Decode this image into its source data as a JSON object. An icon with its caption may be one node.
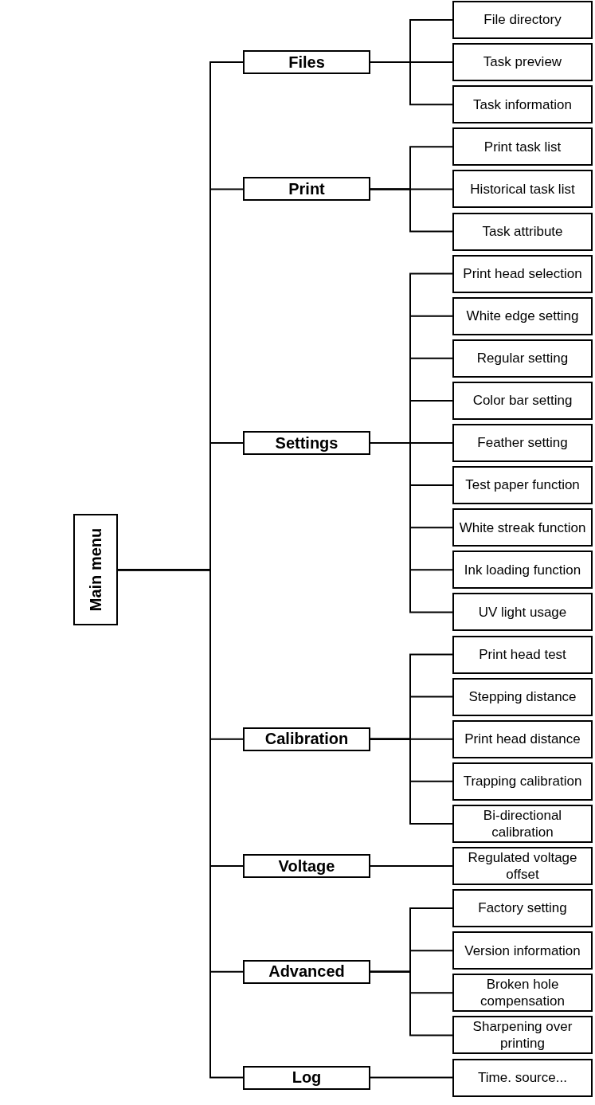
{
  "diagram": {
    "nodes": [
      {
        "text": [
          "Main menu"
        ]
      },
      {
        "text": [
          "Files"
        ]
      },
      {
        "text": [
          "File directory"
        ]
      },
      {
        "text": [
          "Task preview"
        ]
      },
      {
        "text": [
          "Task information"
        ]
      },
      {
        "text": [
          "Print"
        ]
      },
      {
        "text": [
          "Print task list"
        ]
      },
      {
        "text": [
          "Historical task list"
        ]
      },
      {
        "text": [
          "Task attribute"
        ]
      },
      {
        "text": [
          "Settings"
        ]
      },
      {
        "text": [
          "Print head selection"
        ]
      },
      {
        "text": [
          "White edge setting"
        ]
      },
      {
        "text": [
          "Regular setting"
        ]
      },
      {
        "text": [
          "Color bar setting"
        ]
      },
      {
        "text": [
          "Feather setting"
        ]
      },
      {
        "text": [
          "Test paper function"
        ]
      },
      {
        "text": [
          "White streak function"
        ]
      },
      {
        "text": [
          "Ink loading function"
        ]
      },
      {
        "text": [
          "UV light usage"
        ]
      },
      {
        "text": [
          "Calibration"
        ]
      },
      {
        "text": [
          "Print head test"
        ]
      },
      {
        "text": [
          "Stepping distance"
        ]
      },
      {
        "text": [
          "Print head distance"
        ]
      },
      {
        "text": [
          "Trapping calibration"
        ]
      },
      {
        "text": [
          "Bi-directional calibration"
        ]
      },
      {
        "text": [
          "Voltage"
        ]
      },
      {
        "text": [
          "Regulated voltage offset"
        ]
      },
      {
        "text": [
          "Advanced"
        ]
      },
      {
        "text": [
          "Factory setting"
        ]
      },
      {
        "text": [
          "Version information"
        ]
      },
      {
        "text": [
          "Broken hole compensation"
        ]
      },
      {
        "text": [
          "Sharpening over printing"
        ]
      },
      {
        "text": [
          "Log"
        ]
      },
      {
        "text": [
          "Time. source..."
        ]
      }
    ],
    "edges": [
      {
        "from": 0,
        "to": 1,
        "arrow": "none"
      },
      {
        "from": 0,
        "to": 5,
        "arrow": "none"
      },
      {
        "from": 0,
        "to": 9,
        "arrow": "none"
      },
      {
        "from": 0,
        "to": 19,
        "arrow": "none"
      },
      {
        "from": 0,
        "to": 25,
        "arrow": "none"
      },
      {
        "from": 0,
        "to": 27,
        "arrow": "none"
      },
      {
        "from": 0,
        "to": 32,
        "arrow": "none"
      },
      {
        "from": 1,
        "to": 2,
        "arrow": "none"
      },
      {
        "from": 1,
        "to": 3,
        "arrow": "none"
      },
      {
        "from": 1,
        "to": 4,
        "arrow": "none"
      },
      {
        "from": 5,
        "to": 6,
        "arrow": "none"
      },
      {
        "from": 5,
        "to": 7,
        "arrow": "none"
      },
      {
        "from": 5,
        "to": 8,
        "arrow": "none"
      },
      {
        "from": 9,
        "to": 10,
        "arrow": "none"
      },
      {
        "from": 9,
        "to": 11,
        "arrow": "none"
      },
      {
        "from": 9,
        "to": 12,
        "arrow": "none"
      },
      {
        "from": 9,
        "to": 13,
        "arrow": "none"
      },
      {
        "from": 9,
        "to": 14,
        "arrow": "none"
      },
      {
        "from": 9,
        "to": 15,
        "arrow": "none"
      },
      {
        "from": 9,
        "to": 16,
        "arrow": "none"
      },
      {
        "from": 9,
        "to": 17,
        "arrow": "none"
      },
      {
        "from": 9,
        "to": 18,
        "arrow": "none"
      },
      {
        "from": 19,
        "to": 20,
        "arrow": "none"
      },
      {
        "from": 19,
        "to": 21,
        "arrow": "none"
      },
      {
        "from": 19,
        "to": 22,
        "arrow": "none"
      },
      {
        "from": 19,
        "to": 23,
        "arrow": "none"
      },
      {
        "from": 19,
        "to": 24,
        "arrow": "none"
      },
      {
        "from": 25,
        "to": 26,
        "arrow": "none"
      },
      {
        "from": 27,
        "to": 28,
        "arrow": "none"
      },
      {
        "from": 27,
        "to": 29,
        "arrow": "none"
      },
      {
        "from": 27,
        "to": 30,
        "arrow": "none"
      },
      {
        "from": 27,
        "to": 31,
        "arrow": "none"
      },
      {
        "from": 32,
        "to": 33,
        "arrow": "none"
      }
    ]
  }
}
